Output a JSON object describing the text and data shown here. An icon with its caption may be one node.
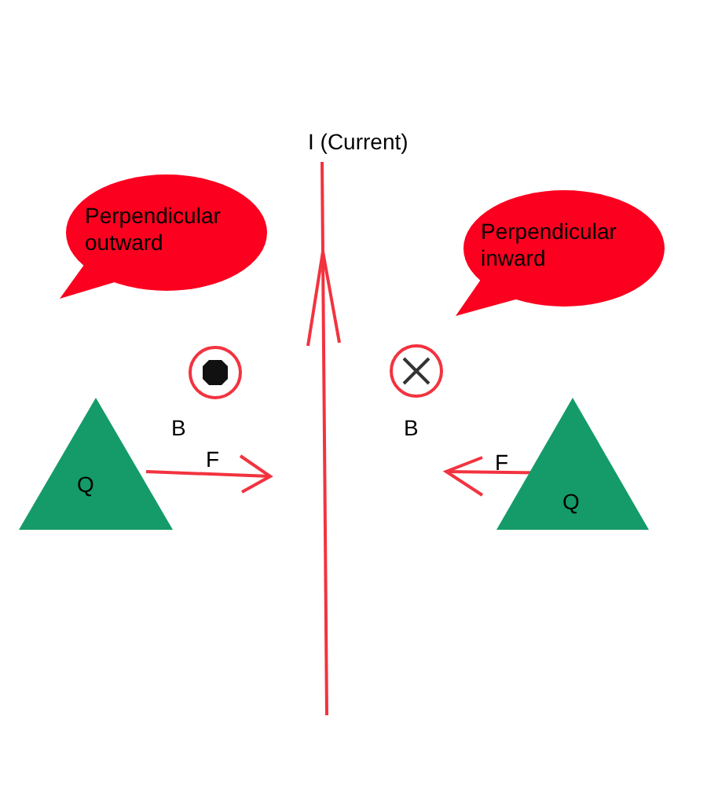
{
  "diagram": {
    "nodes": [
      {
        "text": [
          "Perpendicular outward"
        ]
      },
      {
        "text": [
          "Perpendicular inward"
        ]
      },
      {
        "text": [
          "Q"
        ]
      },
      {
        "text": [
          "Q"
        ]
      }
    ],
    "labels": [
      "I (Current)",
      "B",
      "B",
      "F",
      "F"
    ]
  }
}
